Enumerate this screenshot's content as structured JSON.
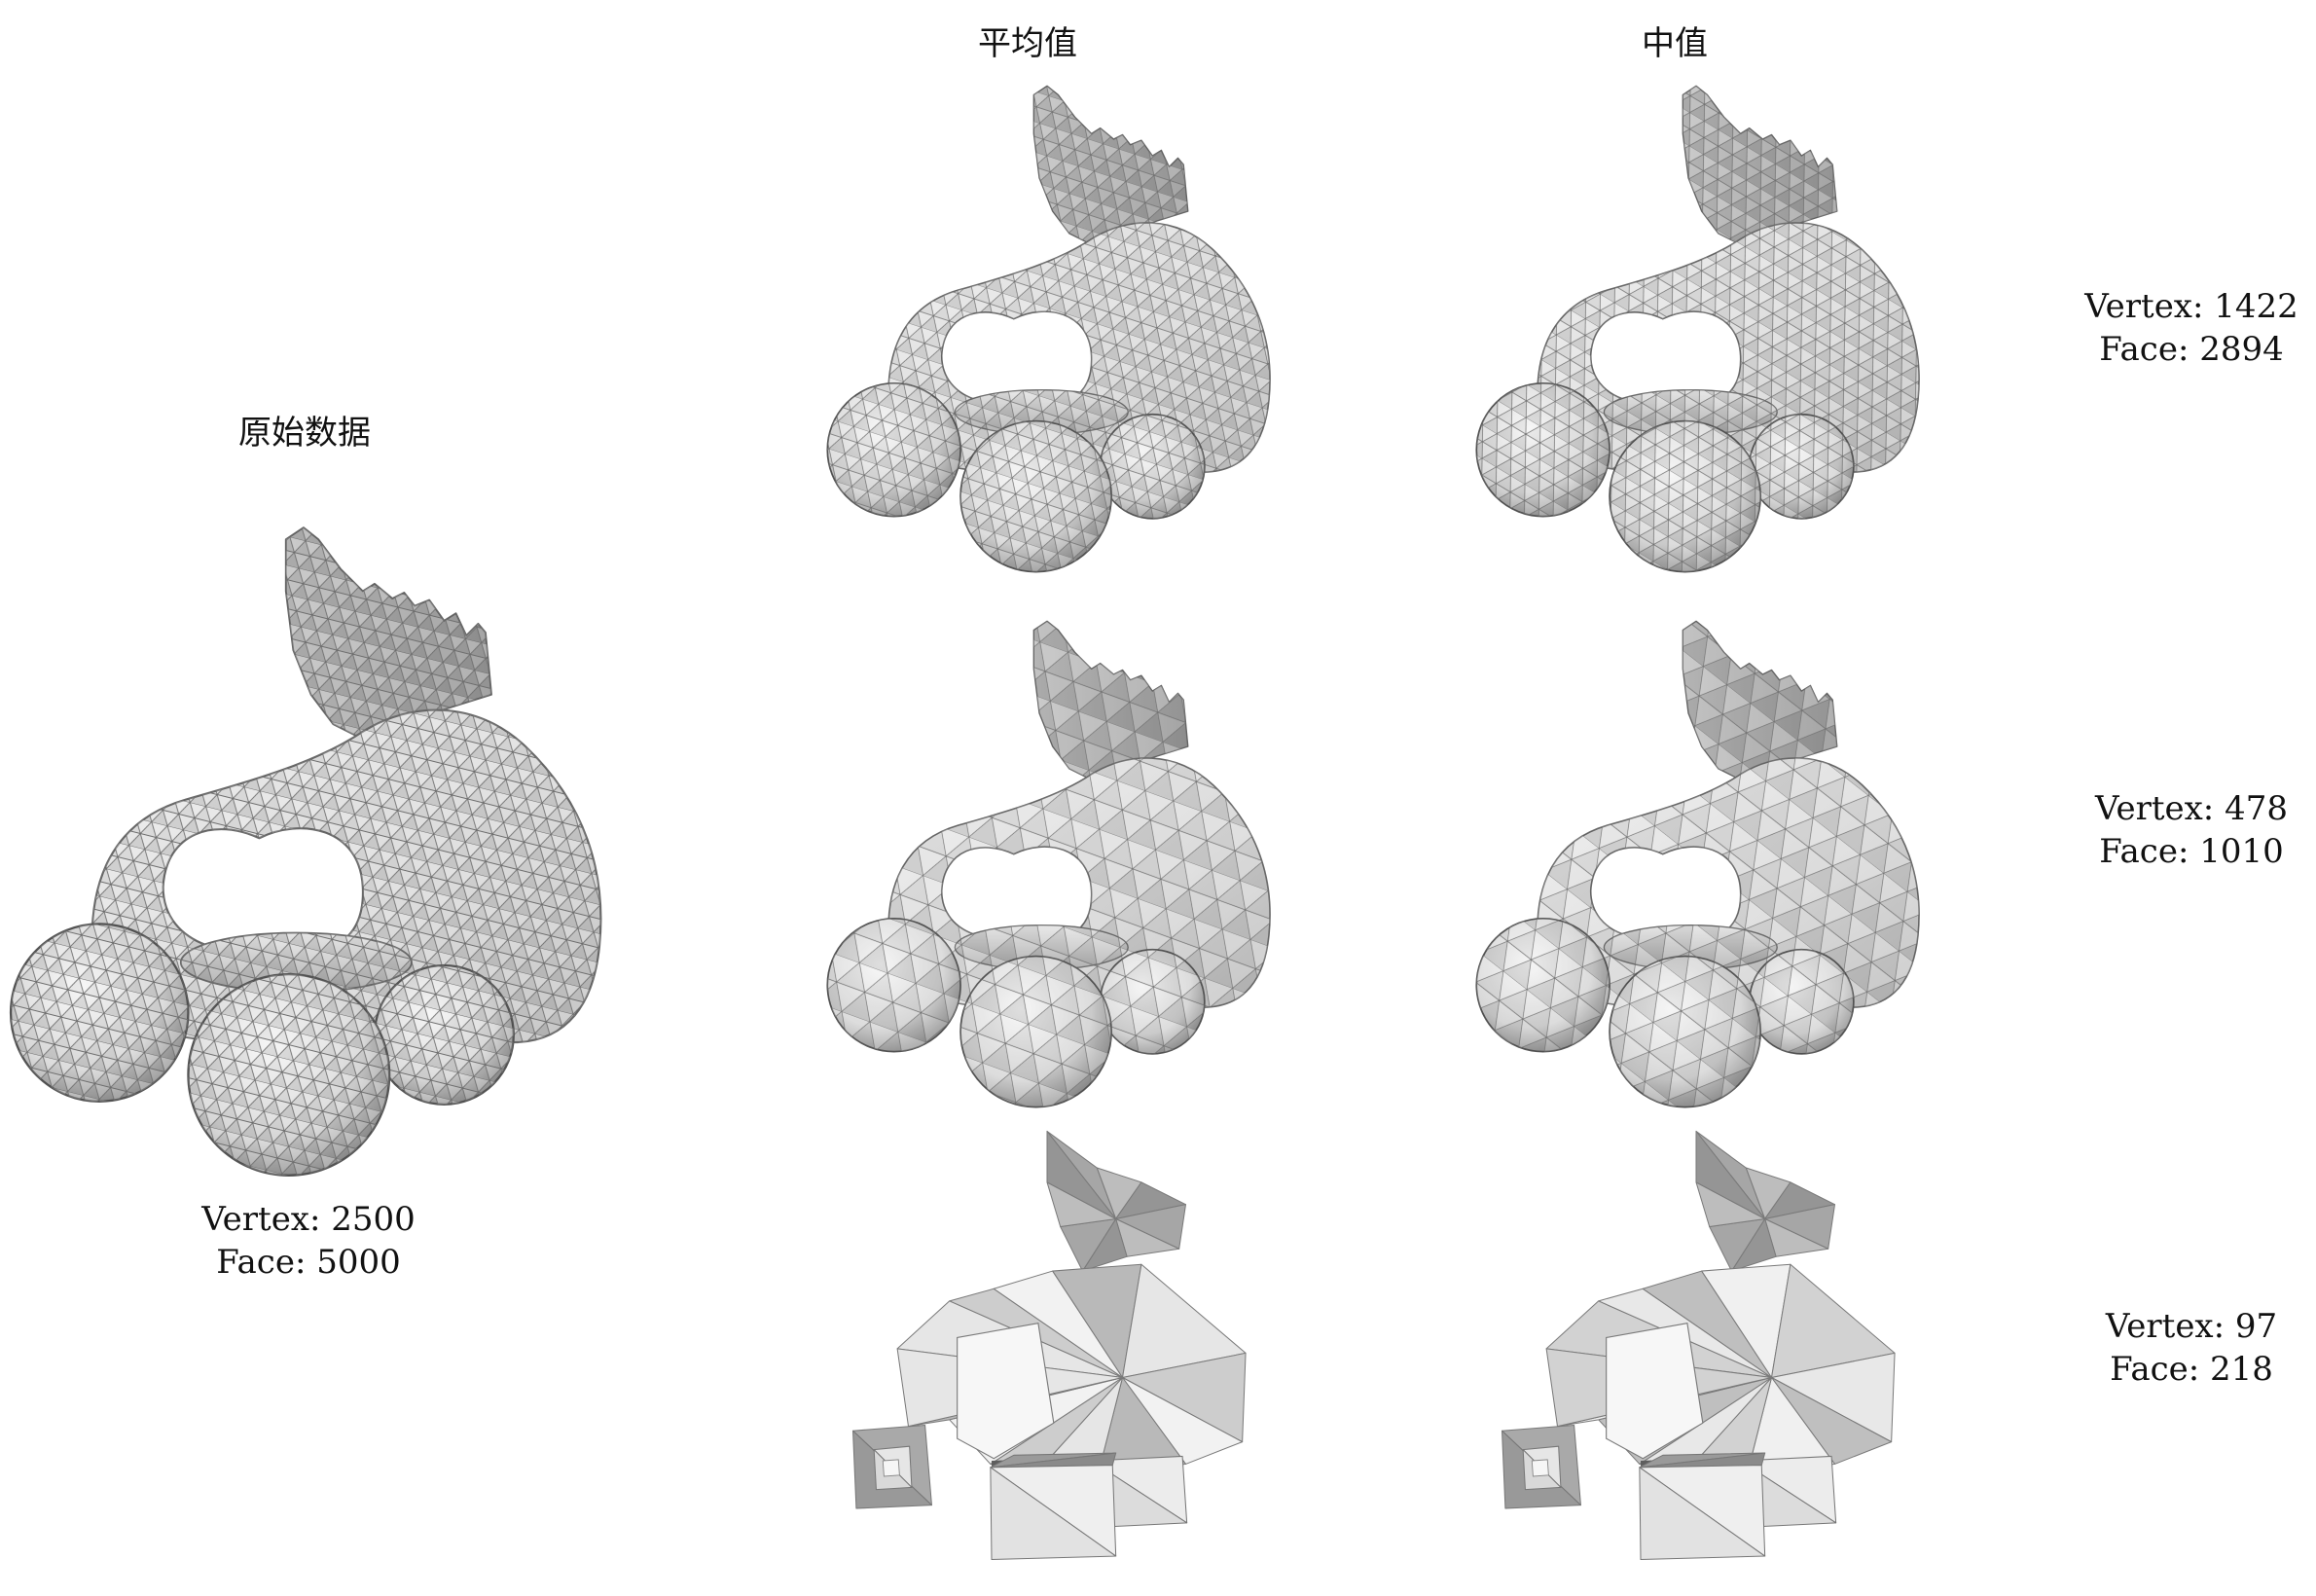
{
  "headers": {
    "original": "原始数据",
    "mean": "平均值",
    "median": "中值"
  },
  "original": {
    "vertex": "Vertex: 2500",
    "face": "Face: 5000"
  },
  "rows": [
    {
      "vertex": "Vertex: 1422",
      "face": "Face: 2894"
    },
    {
      "vertex": "Vertex: 478",
      "face": "Face: 1010"
    },
    {
      "vertex": "Vertex: 97",
      "face": "Face: 218"
    }
  ]
}
